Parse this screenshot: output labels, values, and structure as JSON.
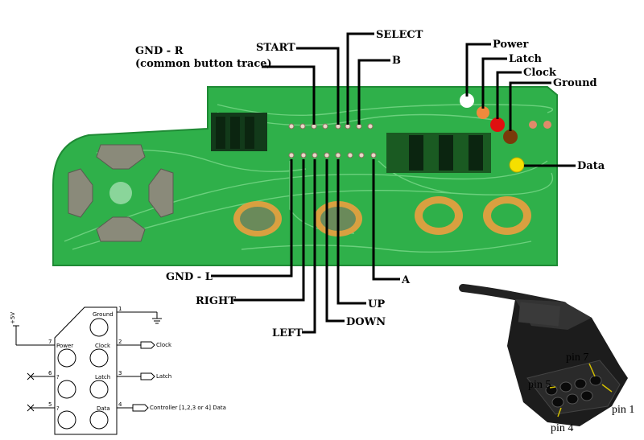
{
  "board_labels": {
    "gnd_r": "GND - R",
    "gnd_r_note": "(common button trace)",
    "start": "START",
    "select": "SELECT",
    "b": "B",
    "power": "Power",
    "latch": "Latch",
    "clock": "Clock",
    "ground": "Ground",
    "data": "Data",
    "gnd_l": "GND - L",
    "right": "RIGHT",
    "left": "LEFT",
    "up": "UP",
    "down": "DOWN",
    "a": "A"
  },
  "schematic": {
    "supply": "+5V",
    "pins": [
      {
        "num": "1",
        "name": "Ground"
      },
      {
        "num": "2",
        "name": "Clock"
      },
      {
        "num": "3",
        "name": "Latch"
      },
      {
        "num": "4",
        "name": "Data"
      },
      {
        "num": "5",
        "name": "?"
      },
      {
        "num": "6",
        "name": "?"
      },
      {
        "num": "7",
        "name": "Power"
      }
    ],
    "out_clock": "Clock",
    "out_latch": "Latch",
    "out_data": "Controller [1,2,3 or 4] Data"
  },
  "connector": {
    "pin7": "pin 7",
    "pin5": "pin 5",
    "pin1": "pin 1",
    "pin4": "pin 4"
  },
  "colors": {
    "pcb": "#2fb04a",
    "pcb_trace": "#6fd07a",
    "power": "#ffffff",
    "latch": "#f08a3c",
    "clock": "#e01010",
    "ground": "#7a3a0a",
    "data": "#f5e000"
  }
}
